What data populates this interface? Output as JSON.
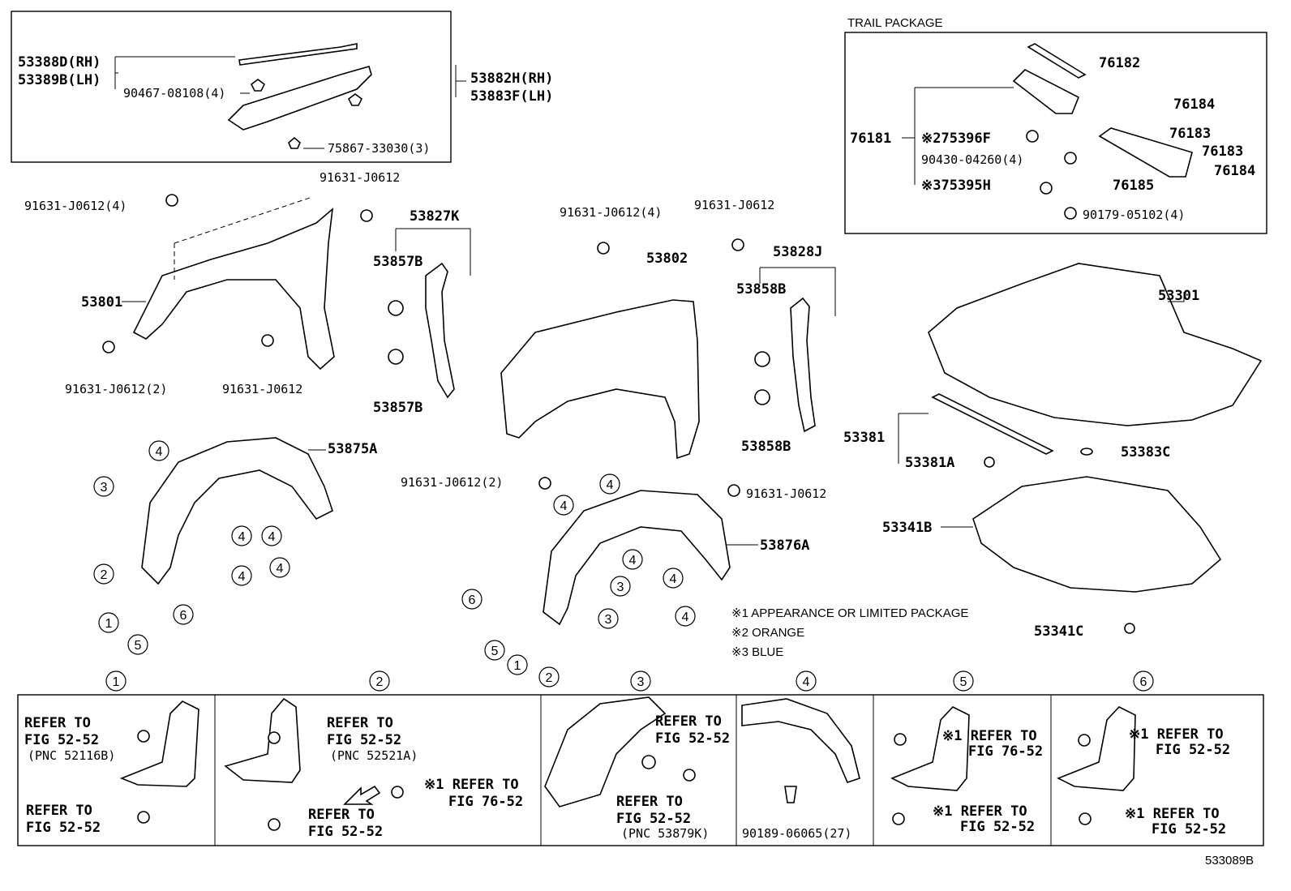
{
  "top_box": {
    "label_53388D": "53388D(RH)",
    "label_53389B": "53389B(LH)",
    "label_90467": "90467-08108(4)",
    "label_53882H": "53882H(RH)",
    "label_53883F": "53883F(LH)",
    "label_75867": "75867-33030(3)"
  },
  "trail": {
    "title": "TRAIL PACKAGE",
    "p76182": "76182",
    "p76184a": "76184",
    "p76183a": "76183",
    "p76181": "76181",
    "p75396": "※275396F",
    "p76183b": "76183",
    "p90430": "90430-04260(4)",
    "p76184b": "76184",
    "p75395": "※375395H",
    "p76185": "76185",
    "p90179": "90179-05102(4)"
  },
  "left_fender": {
    "bolt_a": "91631-J0612(4)",
    "bolt_b": "91631-J0612",
    "p53801": "53801",
    "bolt_c": "91631-J0612(2)",
    "bolt_d": "91631-J0612",
    "p53827K": "53827K",
    "p53857B_a": "53857B",
    "p53857B_b": "53857B",
    "p53875A": "53875A"
  },
  "right_fender": {
    "bolt_a": "91631-J0612(4)",
    "bolt_b": "91631-J0612",
    "p53802": "53802",
    "p53828J": "53828J",
    "p53858B_a": "53858B",
    "p53858B_b": "53858B",
    "bolt_c": "91631-J0612(2)",
    "bolt_d": "91631-J0612",
    "p53876A": "53876A"
  },
  "hood": {
    "p53301": "53301",
    "p53381": "53381",
    "p53381A": "53381A",
    "p53383C": "53383C",
    "p53341B": "53341B",
    "p53341C": "53341C"
  },
  "notes": {
    "n1": "※1 APPEARANCE OR LIMITED PACKAGE",
    "n2": "※2 ORANGE",
    "n3": "※3 BLUE"
  },
  "callouts": {
    "c1": "1",
    "c2": "2",
    "c3": "3",
    "c4": "4",
    "c5": "5",
    "c6": "6"
  },
  "detail": {
    "d1_refer_a": "REFER TO",
    "d1_fig_a": "FIG 52-52",
    "d1_pnc": "(PNC 52116B)",
    "d1_refer_b": "REFER TO",
    "d1_fig_b": "FIG 52-52",
    "d2_refer_a": "REFER TO",
    "d2_fig_a": "FIG 52-52",
    "d2_pnc": "(PNC 52521A)",
    "d2_refer_b": "REFER TO",
    "d2_fig_b": "FIG 52-52",
    "d2_refer_c": "※1 REFER TO",
    "d2_fig_c": "FIG 76-52",
    "d3_refer_a": "REFER TO",
    "d3_fig_a": "FIG 52-52",
    "d3_refer_b": "REFER TO",
    "d3_fig_b": "FIG 52-52",
    "d3_pnc": "(PNC 53879K)",
    "d4_part": "90189-06065(27)",
    "d5_refer_a": "※1 REFER TO",
    "d5_fig_a": "FIG 76-52",
    "d5_refer_b": "※1 REFER TO",
    "d5_fig_b": "FIG 52-52",
    "d6_refer_a": "※1 REFER TO",
    "d6_fig_a": "FIG 52-52",
    "d6_refer_b": "※1 REFER TO",
    "d6_fig_b": "FIG 52-52"
  },
  "figure_id": "533089B"
}
